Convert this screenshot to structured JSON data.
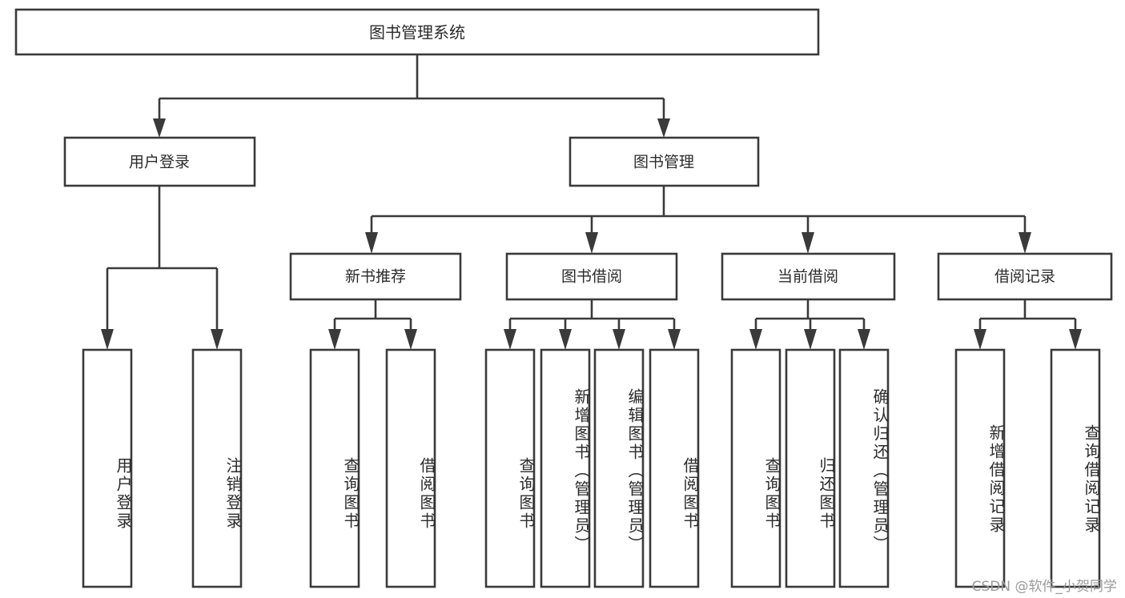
{
  "diagram": {
    "title": "图书管理系统",
    "type": "tree",
    "root": {
      "label": "图书管理系统"
    },
    "level2": [
      {
        "label": "用户登录"
      },
      {
        "label": "图书管理"
      }
    ],
    "level3": [
      {
        "label": "新书推荐"
      },
      {
        "label": "图书借阅"
      },
      {
        "label": "当前借阅"
      },
      {
        "label": "借阅记录"
      }
    ],
    "leaves": {
      "user_login": [
        {
          "label": "用户登录"
        },
        {
          "label": "注销登录"
        }
      ],
      "new_book_recommend": [
        {
          "label": "查询图书"
        },
        {
          "label": "借阅图书"
        }
      ],
      "book_borrow": [
        {
          "label": "查询图书"
        },
        {
          "label": "新增图书（管理员）"
        },
        {
          "label": "编辑图书（管理员）"
        },
        {
          "label": "借阅图书"
        }
      ],
      "current_borrow": [
        {
          "label": "查询图书"
        },
        {
          "label": "归还图书"
        },
        {
          "label": "确认归还（管理员）"
        }
      ],
      "borrow_record": [
        {
          "label": "新增借阅记录"
        },
        {
          "label": "查询借阅记录"
        }
      ]
    }
  },
  "watermark": {
    "text": "CSDN @软件_小贺同学"
  },
  "colors": {
    "stroke": "#3a3a3a",
    "fill": "#ffffff",
    "text": "#2b2b2b",
    "watermark": "#9a9a9a"
  }
}
